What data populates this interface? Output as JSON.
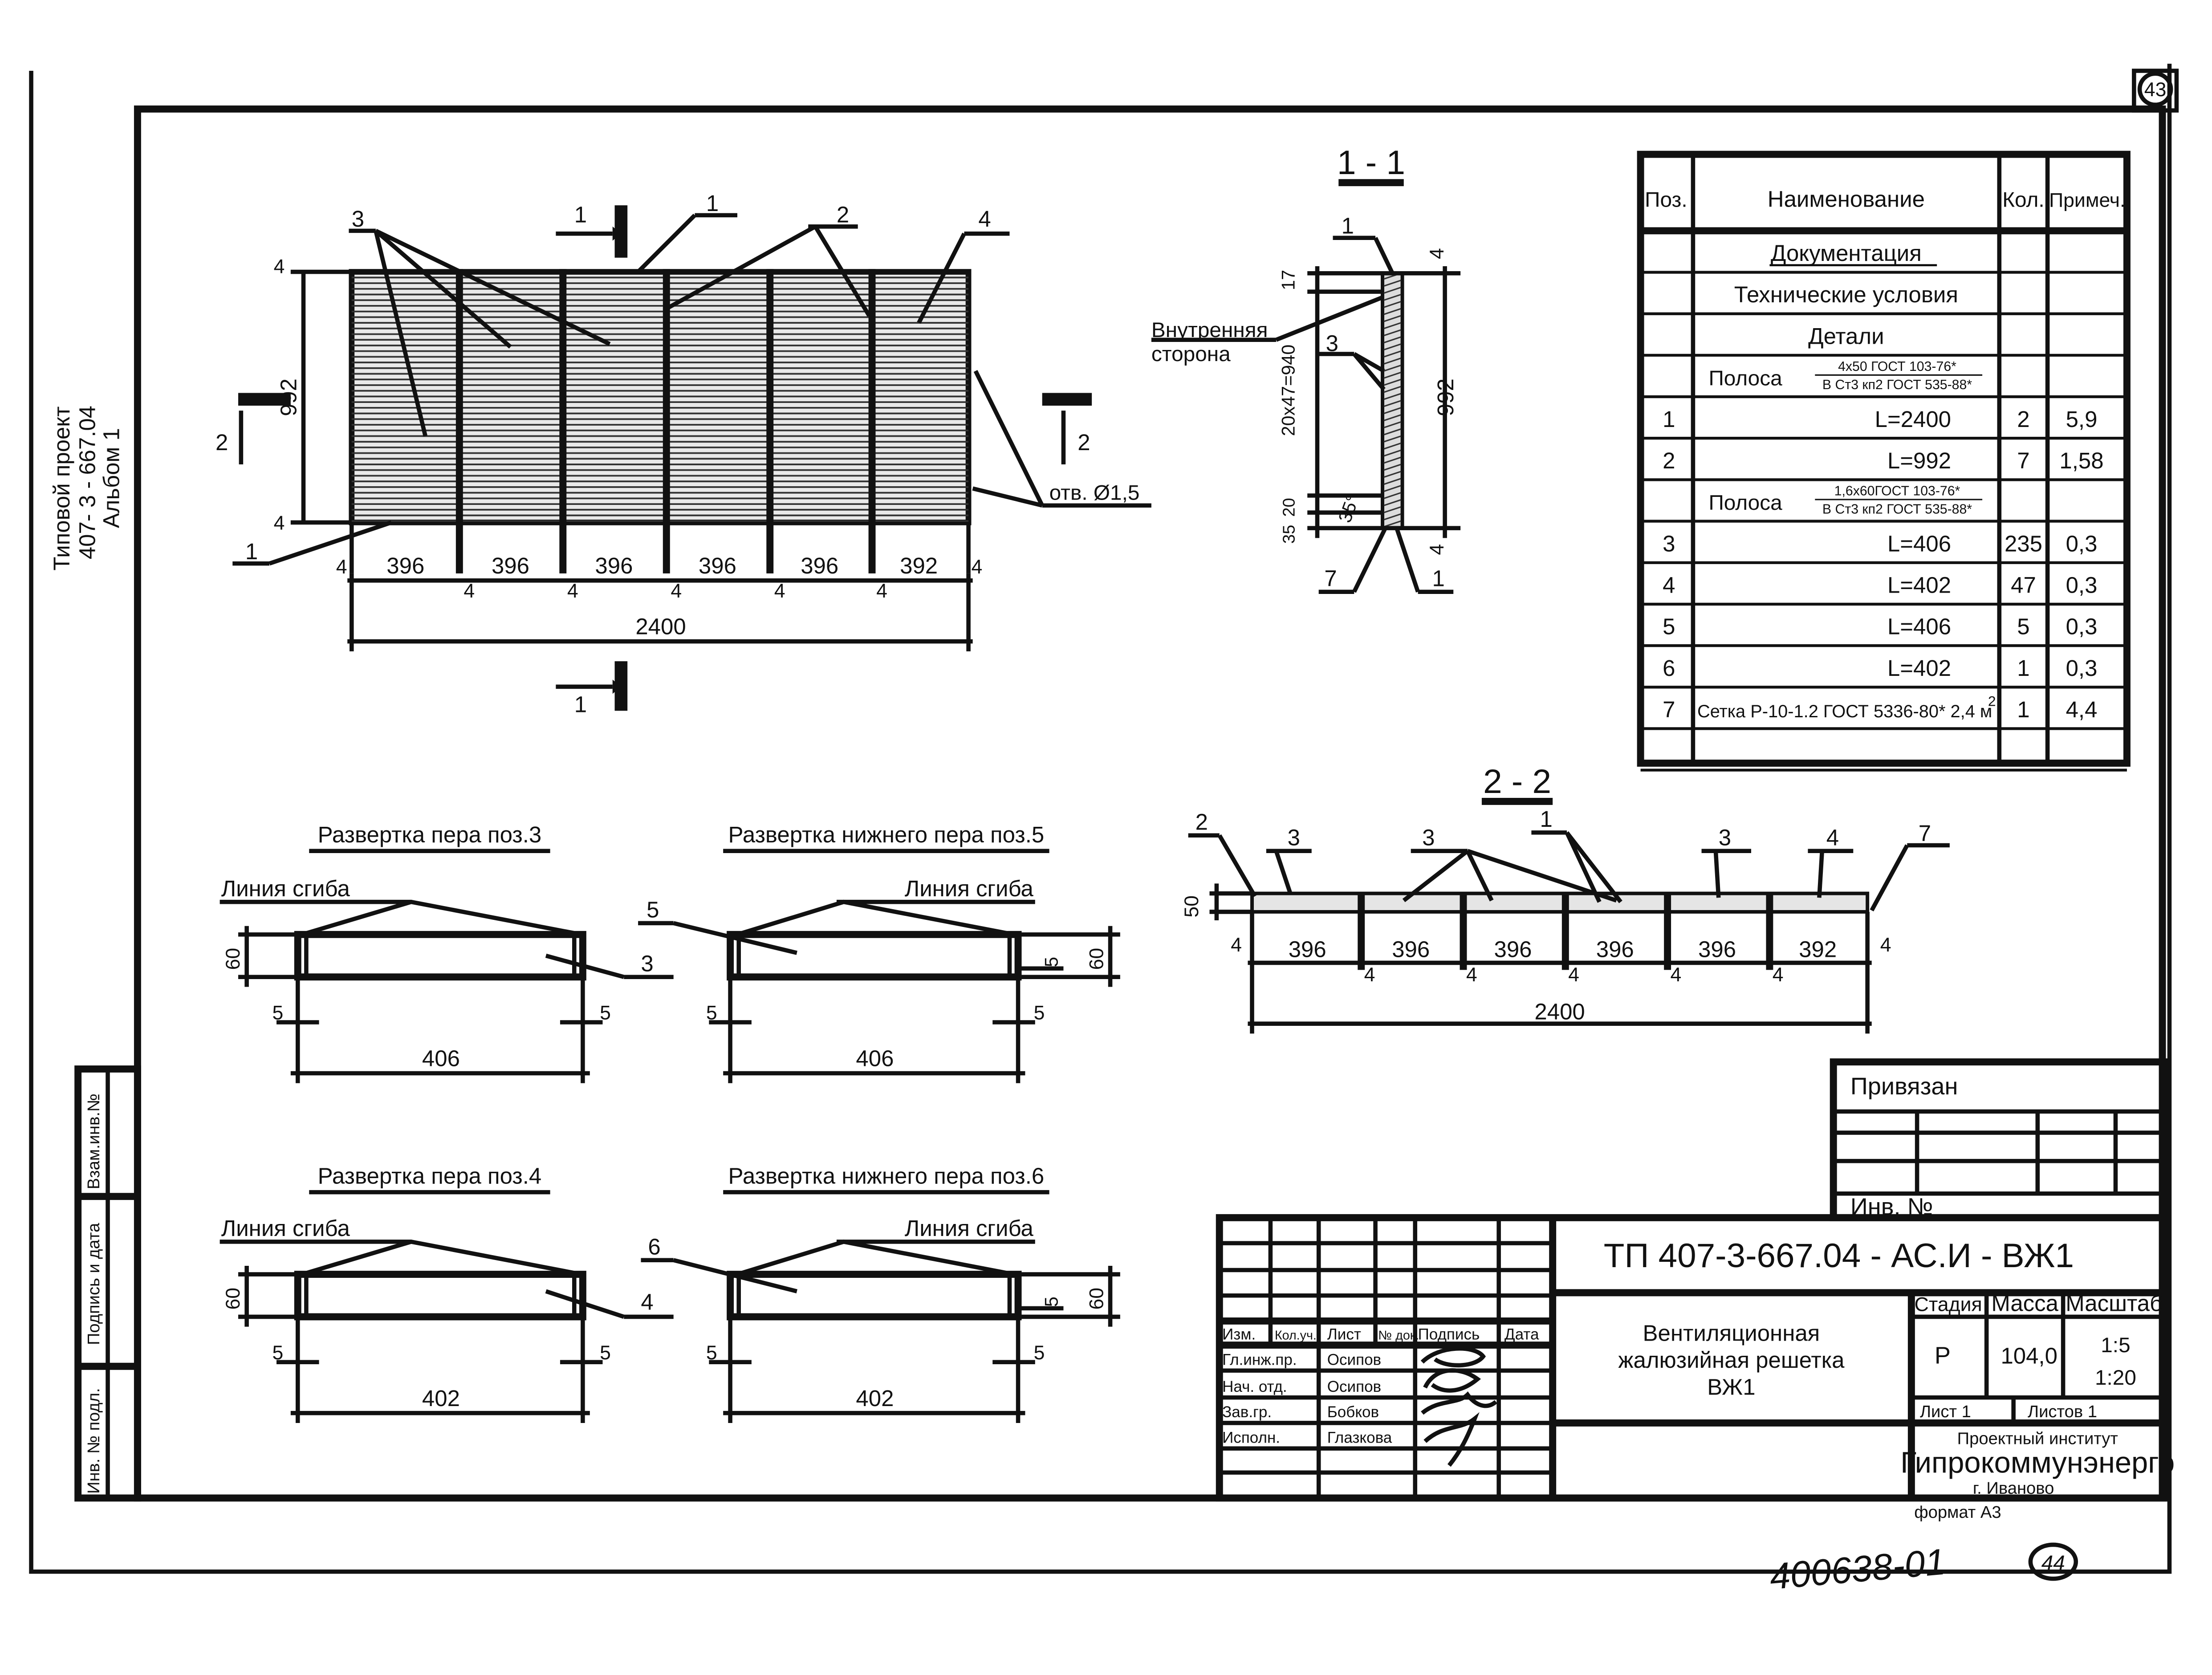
{
  "sheet_number_top": "43",
  "sheet_number_bottom": "44",
  "handwritten_inventory": "400638-01",
  "side_label": {
    "line1": "Типовой проект",
    "line2": "407- 3 - 667.04",
    "line3": "Альбом 1"
  },
  "left_stamp": {
    "vzam": "Взам.инв.№",
    "podpis": "Подпись и дата",
    "inv": "Инв. № подл."
  },
  "views": {
    "section_1_1": "1 - 1",
    "section_2_2": "2 - 2",
    "inner_side": "Внутренняя сторона",
    "hole": "отв. Ø1,5"
  },
  "main_view": {
    "height_label": "992",
    "top_gap": "4",
    "bottom_gap": "4",
    "segments": [
      "396",
      "396",
      "396",
      "396",
      "396",
      "392"
    ],
    "gaps": [
      "4",
      "4",
      "4",
      "4",
      "4",
      "4",
      "4"
    ],
    "total": "2400",
    "callouts": [
      "1",
      "2",
      "3",
      "4"
    ],
    "cut_1": "1",
    "cut_2": "2"
  },
  "section_1_1": {
    "dim_17": "17",
    "dim_pitch": "20x47=940",
    "dim_20": "20",
    "dim_35": "35",
    "angle": "35°",
    "height": "992",
    "dim_4_top": "4",
    "dim_4_bot": "4",
    "callout_1a": "1",
    "callout_3": "3",
    "callout_7": "7",
    "callout_1b": "1"
  },
  "section_2_2": {
    "height": "50",
    "segments": [
      "396",
      "396",
      "396",
      "396",
      "396",
      "392"
    ],
    "total": "2400",
    "gap": "4",
    "callouts": [
      "2",
      "3",
      "3",
      "1",
      "3",
      "4",
      "7"
    ]
  },
  "developments": [
    {
      "title": "Развертка пера поз.3",
      "bend": "Линия сгиба",
      "height": "60",
      "width": "406",
      "edge": "5",
      "pos": "3"
    },
    {
      "title": "Развертка нижнего пера поз.5",
      "bend": "Линия сгиба",
      "height": "60",
      "inner": "5",
      "width": "406",
      "edge": "5",
      "pos": "5"
    },
    {
      "title": "Развертка пера поз.4",
      "bend": "Линия сгиба",
      "height": "60",
      "width": "402",
      "edge": "5",
      "pos": "4"
    },
    {
      "title": "Развертка нижнего пера поз.6",
      "bend": "Линия сгиба",
      "height": "60",
      "inner": "5",
      "width": "402",
      "edge": "5",
      "pos": "6"
    }
  ],
  "spec_table": {
    "headers": [
      "Поз.",
      "Наименование",
      "Кол.",
      "Примеч."
    ],
    "rows": [
      {
        "pos": "",
        "name": "Документация",
        "qty": "",
        "note": ""
      },
      {
        "pos": "",
        "name": "Технические условия",
        "qty": "",
        "note": ""
      },
      {
        "pos": "",
        "name": "Детали",
        "qty": "",
        "note": ""
      },
      {
        "pos": "",
        "name": "Полоса",
        "sub1": "4x50 ГОСТ 103-76*",
        "sub2": "В Ст3 кп2 ГОСТ 535-88*",
        "qty": "",
        "note": ""
      },
      {
        "pos": "1",
        "name": "L=2400",
        "qty": "2",
        "note": "5,9"
      },
      {
        "pos": "2",
        "name": "L=992",
        "qty": "7",
        "note": "1,58"
      },
      {
        "pos": "",
        "name": "Полоса",
        "sub1": "1,6x60ГОСТ 103-76*",
        "sub2": "В Ст3 кп2 ГОСТ 535-88*",
        "qty": "",
        "note": ""
      },
      {
        "pos": "3",
        "name": "L=406",
        "qty": "235",
        "note": "0,3"
      },
      {
        "pos": "4",
        "name": "L=402",
        "qty": "47",
        "note": "0,3"
      },
      {
        "pos": "5",
        "name": "L=406",
        "qty": "5",
        "note": "0,3"
      },
      {
        "pos": "6",
        "name": "L=402",
        "qty": "1",
        "note": "0,3"
      },
      {
        "pos": "7",
        "name": "Сетка Р-10-1.2 ГОСТ 5336-80* 2,4 м",
        "sup": "2",
        "qty": "1",
        "note": "4,4"
      },
      {
        "pos": "",
        "name": "",
        "qty": "",
        "note": ""
      }
    ]
  },
  "title_block": {
    "privyazan": "Привязан",
    "inv_no": "Инв. №",
    "code": "ТП   407-3-667.04 - АС.И - ВЖ1",
    "header_cols": [
      "Изм.",
      "Кол.уч.",
      "Лист",
      "№ док.",
      "Подпись",
      "Дата"
    ],
    "roles": [
      {
        "role": "Гл.инж.пр.",
        "name": "Осипов"
      },
      {
        "role": "Нач. отд.",
        "name": "Осипов"
      },
      {
        "role": "Зав.гр.",
        "name": "Бобков"
      },
      {
        "role": "Исполн.",
        "name": "Глазкова"
      }
    ],
    "title_line1": "Вентиляционная",
    "title_line2": "жалюзийная решетка",
    "title_line3": "ВЖ1",
    "stage_label": "Стадия",
    "mass_label": "Масса",
    "scale_label": "Масштаб",
    "stage": "Р",
    "mass": "104,0",
    "scale1": "1:5",
    "scale2": "1:20",
    "sheet_label": "Лист 1",
    "sheets_label": "Листов 1",
    "institute_line1": "Проектный институт",
    "institute_line2": "Гипрокоммунэнерго",
    "city": "г. Иваново",
    "format": "формат А3"
  }
}
